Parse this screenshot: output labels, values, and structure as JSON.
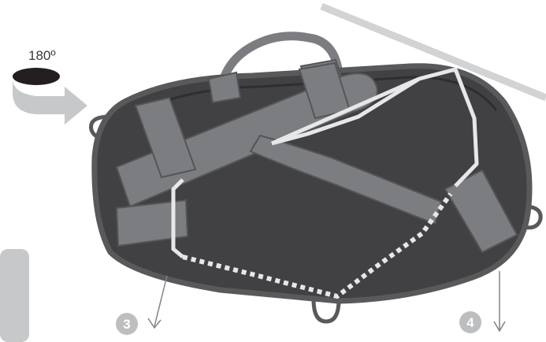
{
  "rotation": {
    "label": "180º"
  },
  "steps": [
    {
      "number": "3"
    },
    {
      "number": "4"
    }
  ],
  "colors": {
    "bag_body": "#414042",
    "bag_rim": "#58595b",
    "strap": "#7c7d80",
    "strap_edge": "#545557",
    "zipper": "#e6e7e8",
    "rotation_arrow": "#c7c8ca",
    "rotation_band": "#231f20",
    "step_badge": "#bcbec0",
    "hanger": "#d1d3d4"
  },
  "icons": {
    "rotation": "rotate-180-arrow-icon",
    "steps": "down-arrow-icon"
  }
}
